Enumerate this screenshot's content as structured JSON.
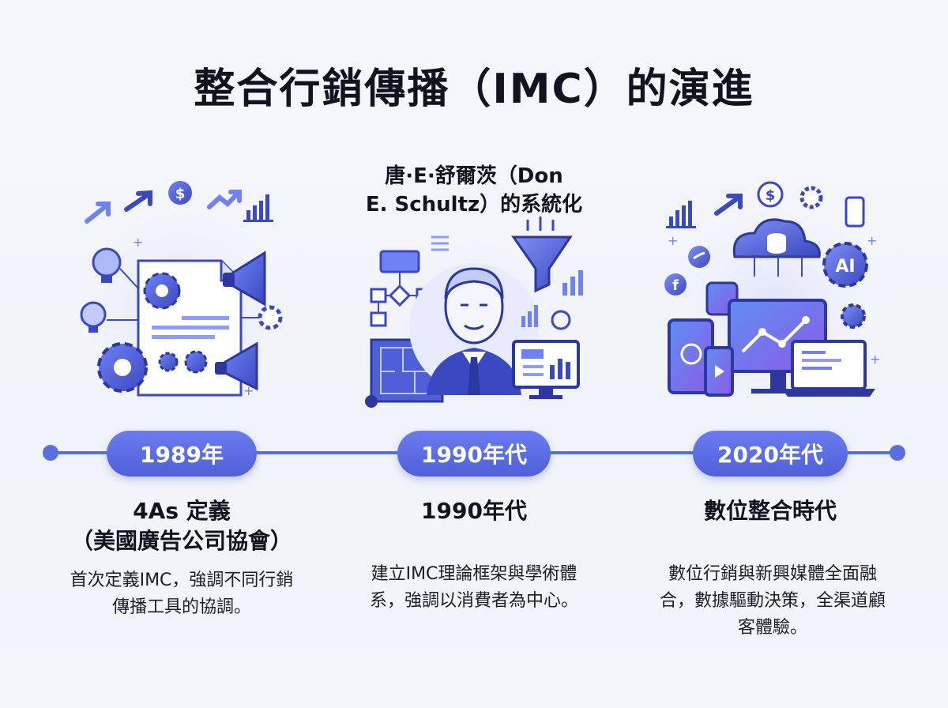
{
  "title": "整合行銷傳播（IMC）的演進",
  "timeline": [
    {
      "year": "1989年",
      "heading_lines": [
        "4As 定義",
        "（美國廣告公司協會）"
      ],
      "description": "首次定義IMC，強調不同行銷傳播工具的協調。",
      "icons": [
        "lightbulb-icon",
        "document-icon",
        "gear-icon",
        "megaphone-icon",
        "dollar-icon",
        "trend-arrow-icon",
        "bar-chart-icon"
      ]
    },
    {
      "year": "1990年代",
      "top_heading_lines": [
        "唐·E·舒爾茨（Don",
        "E. Schultz）的系統化"
      ],
      "heading": "1990年代",
      "description": "建立IMC理論框架與學術體系，強調以消費者為中心。",
      "icons": [
        "flowchart-icon",
        "blueprint-icon",
        "portrait-icon",
        "funnel-icon",
        "bar-chart-icon",
        "monitor-icon"
      ]
    },
    {
      "year": "2020年代",
      "heading": "數位整合時代",
      "description": "數位行銷與新興媒體全面融合，數據驅動決策，全渠道顧客體驗。",
      "icons": [
        "cloud-database-icon",
        "ai-gear-icon",
        "twitter-icon",
        "facebook-icon",
        "monitor-icon",
        "tablet-icon",
        "phone-icon",
        "laptop-icon",
        "dollar-icon",
        "gear-icon",
        "bar-chart-icon"
      ],
      "ai_label": "AI"
    }
  ],
  "colors": {
    "accent": "#5a6ee0",
    "accent_dark": "#3b48b8",
    "pill_top": "#6b7cf0",
    "pill_bottom": "#4f5fd9",
    "text": "#111320",
    "background": "#f4f5fb"
  }
}
